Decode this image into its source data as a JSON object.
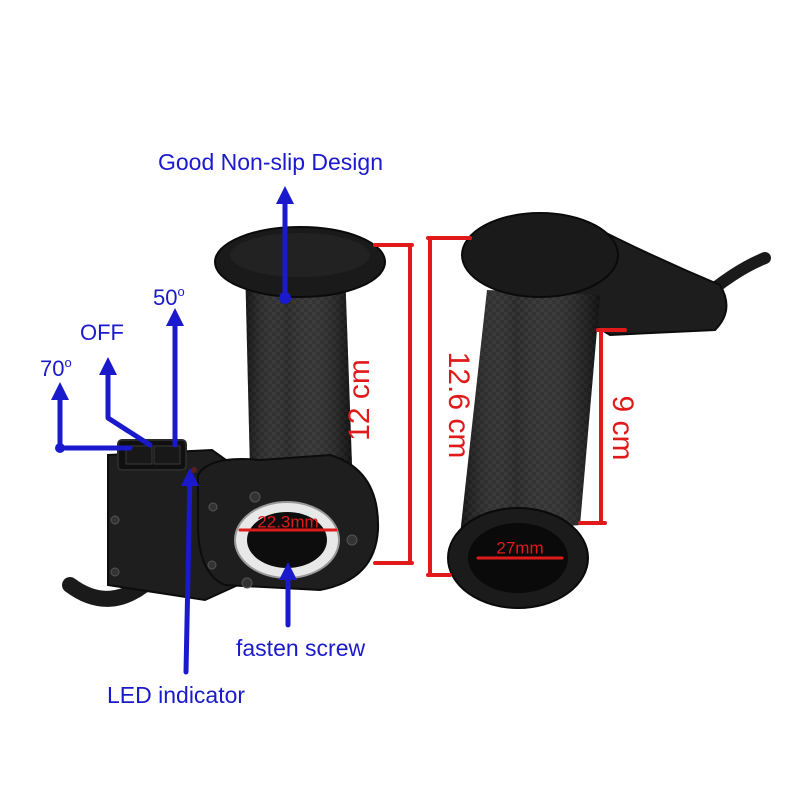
{
  "annotations": {
    "design": "Good Non-slip Design",
    "pos_50": "50",
    "pos_off": "OFF",
    "pos_70": "70",
    "degree_mark": "o",
    "fasten_screw": "fasten screw",
    "led_indicator": "LED indicator"
  },
  "dimensions": {
    "grip_length": "12 cm",
    "total_length": "12.6 cm",
    "throttle_length": "9 cm",
    "inner_diameter_left": "22.3mm",
    "inner_diameter_right": "27mm"
  },
  "colors": {
    "annotation_blue": "#1a1acc",
    "dimension_red": "#e01a1a",
    "grip_black": "#1b1b1b"
  }
}
